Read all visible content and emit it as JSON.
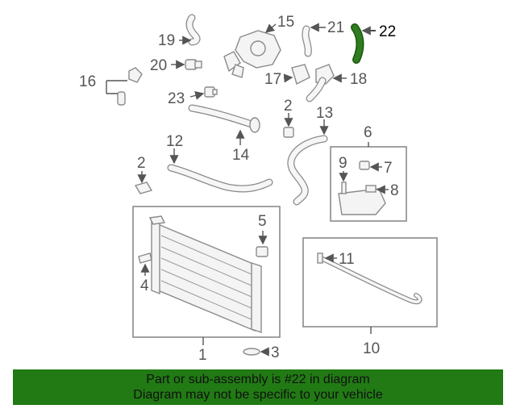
{
  "callouts": {
    "c1": "1",
    "c2a": "2",
    "c2b": "2",
    "c3": "3",
    "c4": "4",
    "c5": "5",
    "c6": "6",
    "c7": "7",
    "c8": "8",
    "c9": "9",
    "c10": "10",
    "c11": "11",
    "c12": "12",
    "c13": "13",
    "c14": "14",
    "c15": "15",
    "c16": "16",
    "c17": "17",
    "c18": "18",
    "c19": "19",
    "c20": "20",
    "c21": "21",
    "c22": "22",
    "c23": "23"
  },
  "highlight_color": "#2e7d1e",
  "banner": {
    "line1": "Part or sub-assembly is #22 in diagram",
    "line2": "Diagram may not be specific to your vehicle",
    "background": "#217a14"
  }
}
